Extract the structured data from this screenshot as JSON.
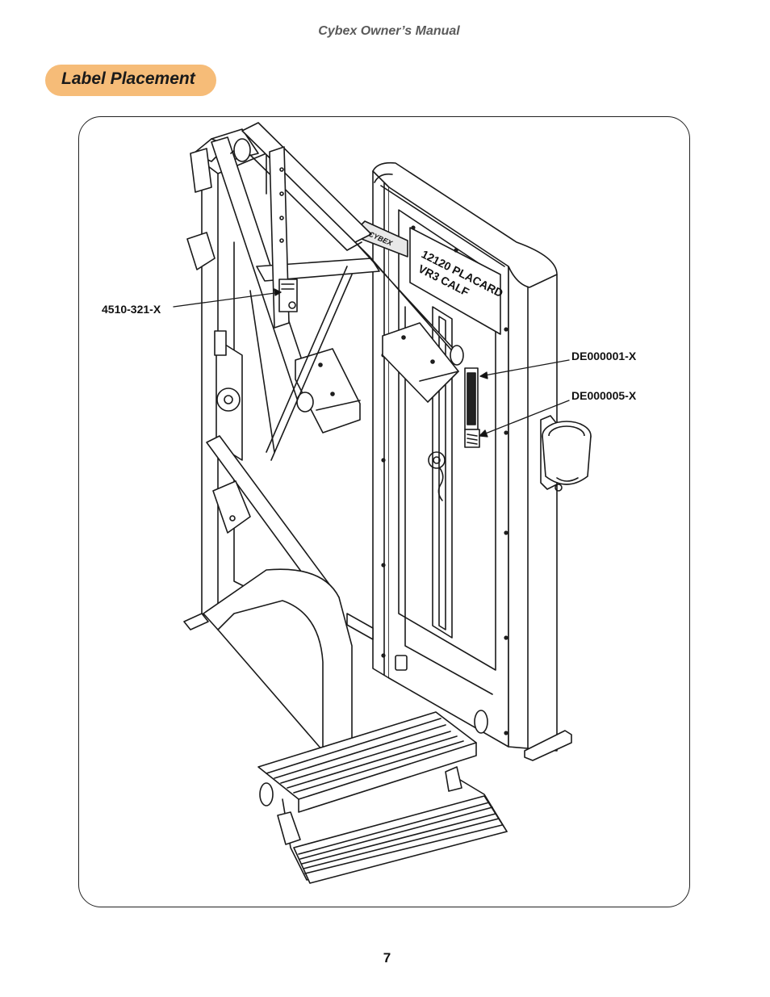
{
  "header": {
    "title": "Cybex Owner’s Manual"
  },
  "section": {
    "title": "Label Placement"
  },
  "diagram": {
    "placard_line1": "12120 PLACARD",
    "placard_line2": "VR3 CALF",
    "brand": "CYBEX",
    "callouts": [
      {
        "label": "4510-321-X"
      },
      {
        "label": "DE000001-X"
      },
      {
        "label": "DE000005-X"
      }
    ]
  },
  "footer": {
    "page_number": "7"
  }
}
